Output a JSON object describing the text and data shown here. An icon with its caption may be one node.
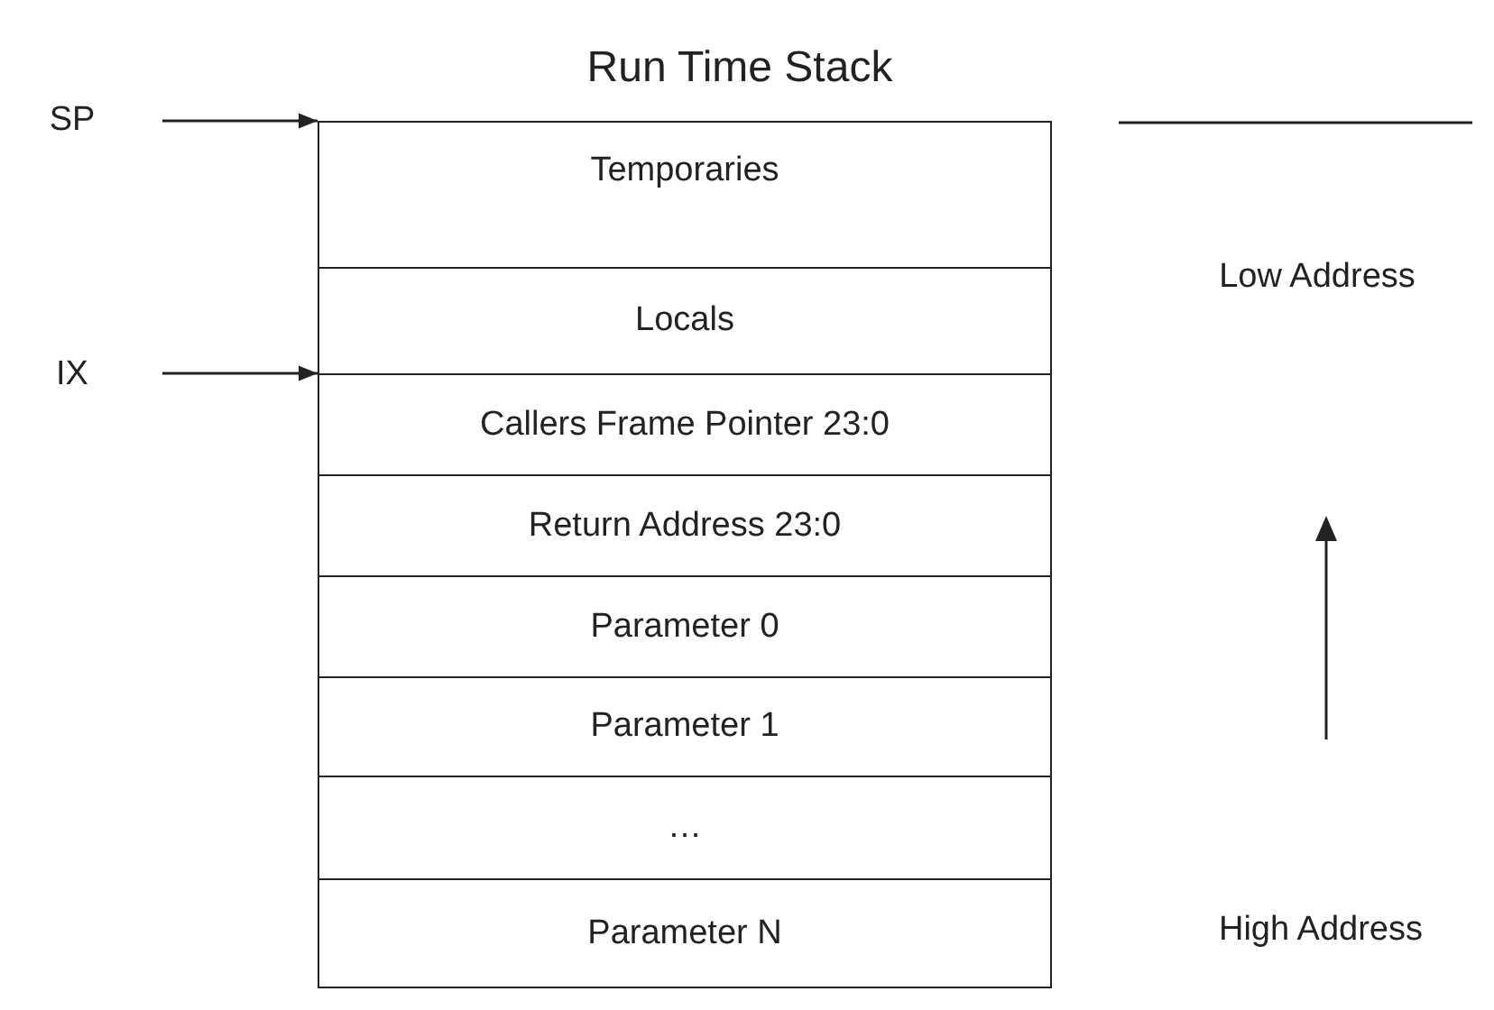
{
  "diagram": {
    "title": "Run Time Stack",
    "nodes": [
      {
        "text": [
          "SP"
        ]
      },
      {
        "text": [
          "IX"
        ]
      },
      {
        "text": [
          "Temporaries"
        ]
      },
      {
        "text": [
          "Locals"
        ]
      },
      {
        "text": [
          "Callers Frame Pointer 23:0"
        ]
      },
      {
        "text": [
          "Return Address 23:0"
        ]
      },
      {
        "text": [
          "Parameter 0"
        ]
      },
      {
        "text": [
          "Parameter 1"
        ]
      },
      {
        "text": [
          "…"
        ]
      },
      {
        "text": [
          "Parameter N"
        ]
      }
    ],
    "edges": [
      {
        "from": 0,
        "to": 2,
        "arrow": "to"
      },
      {
        "from": 1,
        "to": 4,
        "arrow": "to"
      }
    ],
    "labels": [
      "Low Address",
      "High Address"
    ]
  }
}
